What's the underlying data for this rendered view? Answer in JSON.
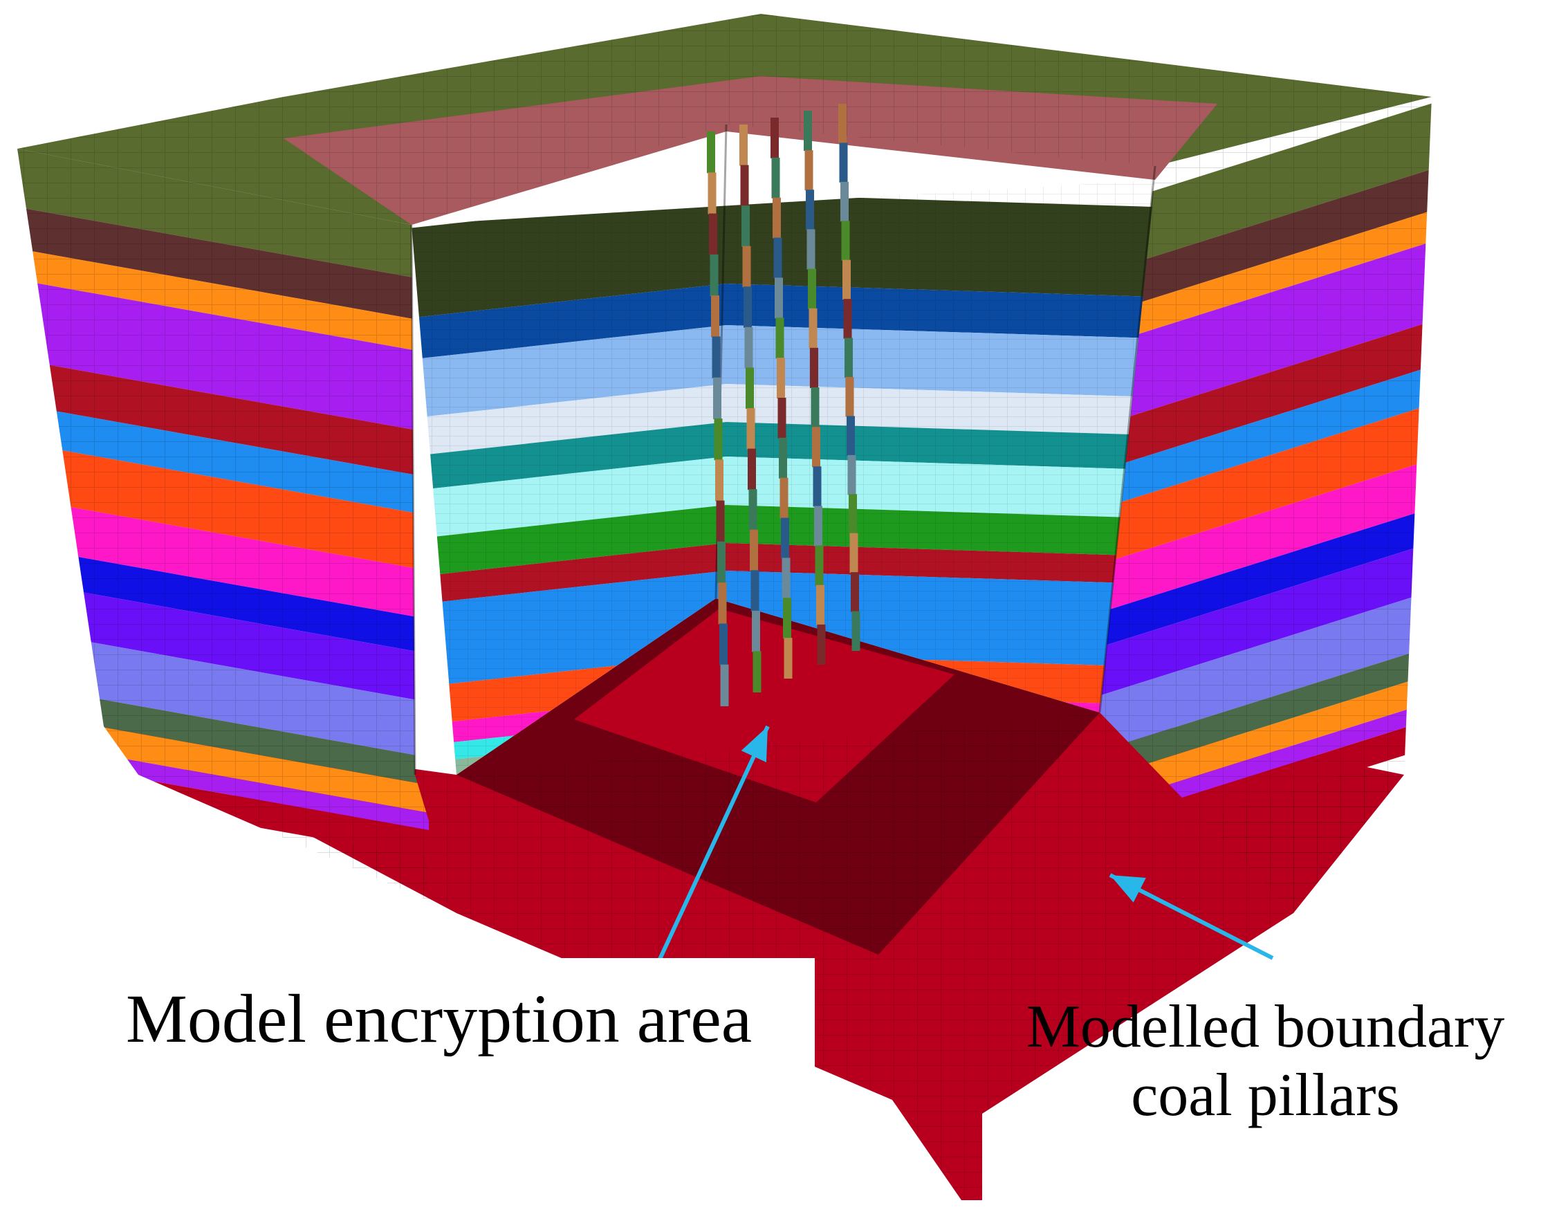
{
  "annotations": {
    "encryption_area": "Model encryption area",
    "boundary_line1": "Modelled boundary",
    "boundary_line2": "coal pillars"
  },
  "colors": {
    "top_surface": "#5a6b2f",
    "roof_recess": "#a85a5e",
    "coal_seam": "#b8001e",
    "coal_dark": "#6e0012",
    "arrow": "#29b6e8",
    "strata_side": [
      "#5a6b2f",
      "#5e3030",
      "#ff8c14",
      "#a61ff0",
      "#b01224",
      "#1e8cf0",
      "#ff4a14",
      "#ff18c8",
      "#1010e6",
      "#6a10f8",
      "#7a7af0",
      "#4a6a4a",
      "#ff8c14",
      "#a61ff0",
      "#b8001e"
    ],
    "strata_inner": [
      "#33401d",
      "#0a4aa0",
      "#8ab8f0",
      "#dde8f4",
      "#139090",
      "#a6f4f4",
      "#1e9a1e",
      "#b01224",
      "#1e8cf0",
      "#ff4a14",
      "#ff18c8",
      "#34e8e8",
      "#8ab89a"
    ]
  }
}
